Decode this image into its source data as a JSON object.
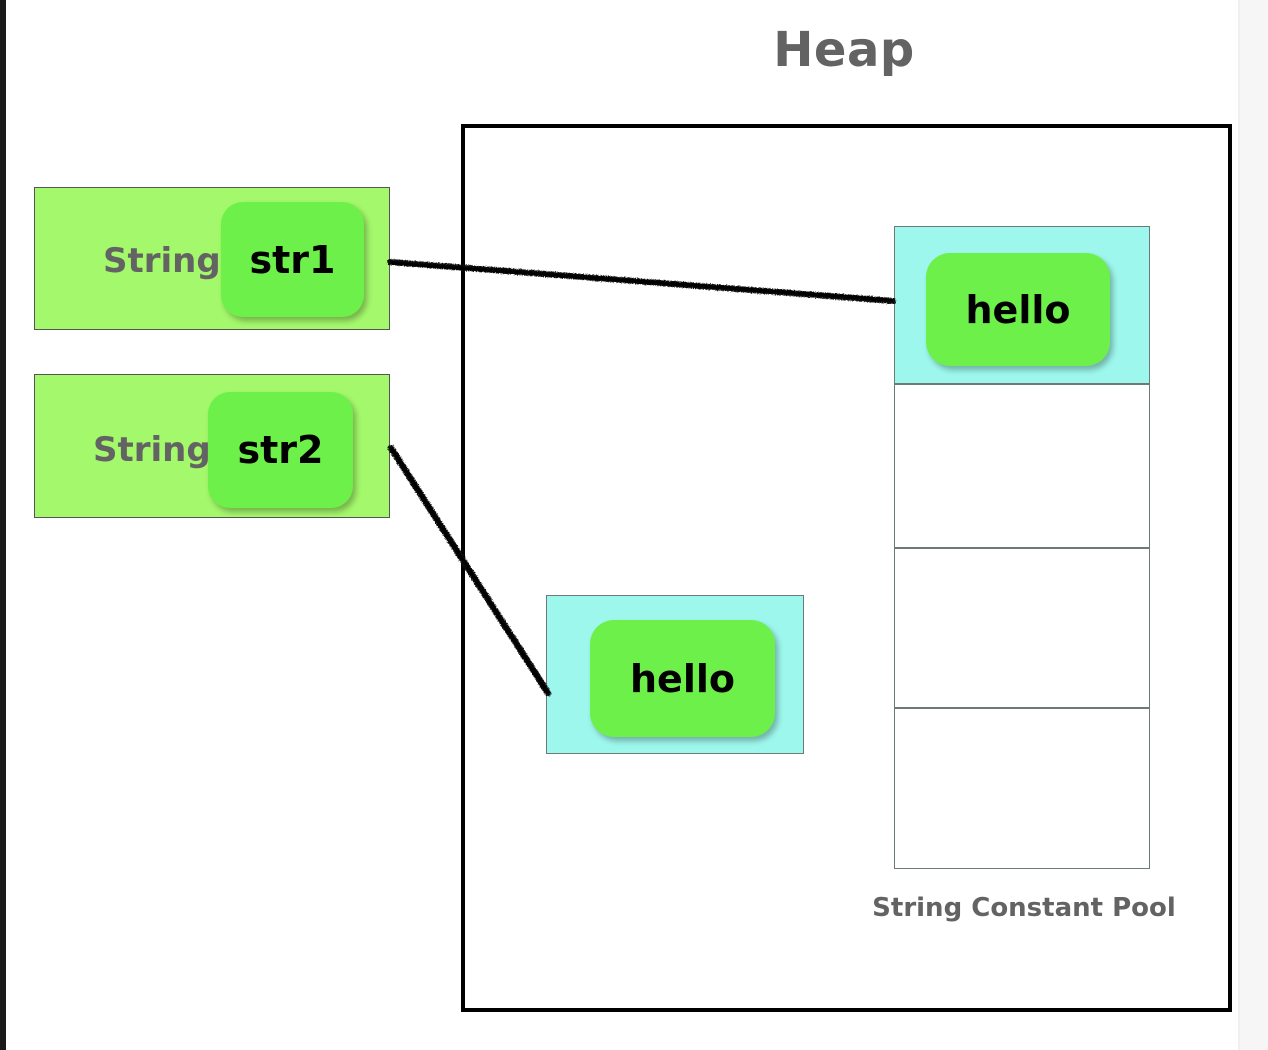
{
  "title": "Heap",
  "heap": {
    "label": "Heap",
    "pool_caption": "String Constant Pool",
    "pool_cells": [
      {
        "value": "hello",
        "filled": true
      },
      {
        "value": "",
        "filled": false
      },
      {
        "value": "",
        "filled": false
      },
      {
        "value": "",
        "filled": false
      }
    ],
    "heap_object": {
      "value": "hello"
    }
  },
  "variables": [
    {
      "type": "String",
      "name": "str1",
      "points_to": "pool-cell-1"
    },
    {
      "type": "String",
      "name": "str2",
      "points_to": "heap-string-object"
    }
  ],
  "colors": {
    "variable_box": "#a4f86b",
    "chip": "#6ef04a",
    "string_object": "#9df7ec",
    "label_text": "#636363",
    "border": "#000000",
    "cell_border": "#6e7a78",
    "page_edge": "#1a1a1a"
  },
  "connectors": [
    {
      "from": "str1",
      "to": "pool-cell-1"
    },
    {
      "from": "str2",
      "to": "heap-string-object"
    }
  ]
}
